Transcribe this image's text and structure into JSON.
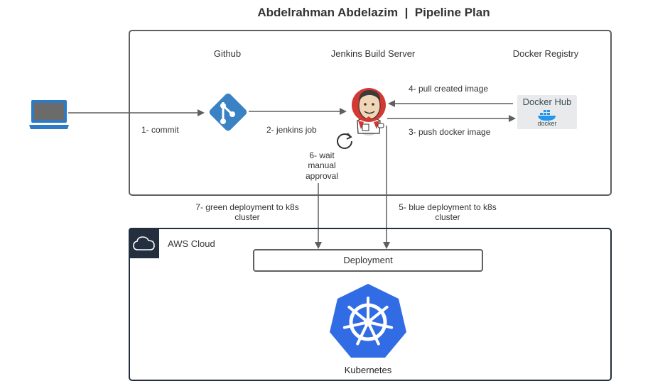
{
  "diagram": {
    "title": "Abdelrahman Abdelazim  |  Pipeline Plan",
    "columns": {
      "github": "Github",
      "jenkins": "Jenkins Build Server",
      "docker_registry": "Docker Registry"
    },
    "steps": {
      "commit": "1- commit",
      "jenkins_job": "2- jenkins job",
      "push_image": "3- push docker image",
      "pull_image": "4- pull created image",
      "blue_deploy_line1": "5- blue deployment to k8s",
      "blue_deploy_line2": "cluster",
      "wait_line1": "6- wait",
      "wait_line2": "manual",
      "wait_line3": "approval",
      "green_deploy_line1": "7- green deployment to k8s",
      "green_deploy_line2": "cluster"
    },
    "aws_cloud": "AWS Cloud",
    "deployment": "Deployment",
    "kubernetes": "Kubernetes",
    "docker_hub": {
      "logo_text": "Docker Hub",
      "sub_text": "docker"
    },
    "icons": {
      "laptop": "laptop-icon",
      "git": "git-icon",
      "jenkins": "jenkins-icon",
      "docker_hub": "docker-hub-logo",
      "cloud": "cloud-icon",
      "kubernetes": "kubernetes-icon",
      "refresh": "refresh-icon"
    },
    "colors": {
      "git": "#3b82c4",
      "kubernetes": "#326ce5",
      "jenkins_red": "#d33833",
      "laptop": "#2d7bc4",
      "aws_dark": "#232f3e",
      "docker_blue": "#2496ed",
      "frame": "#5f5f5f",
      "arrow": "#5f5f5f"
    }
  }
}
